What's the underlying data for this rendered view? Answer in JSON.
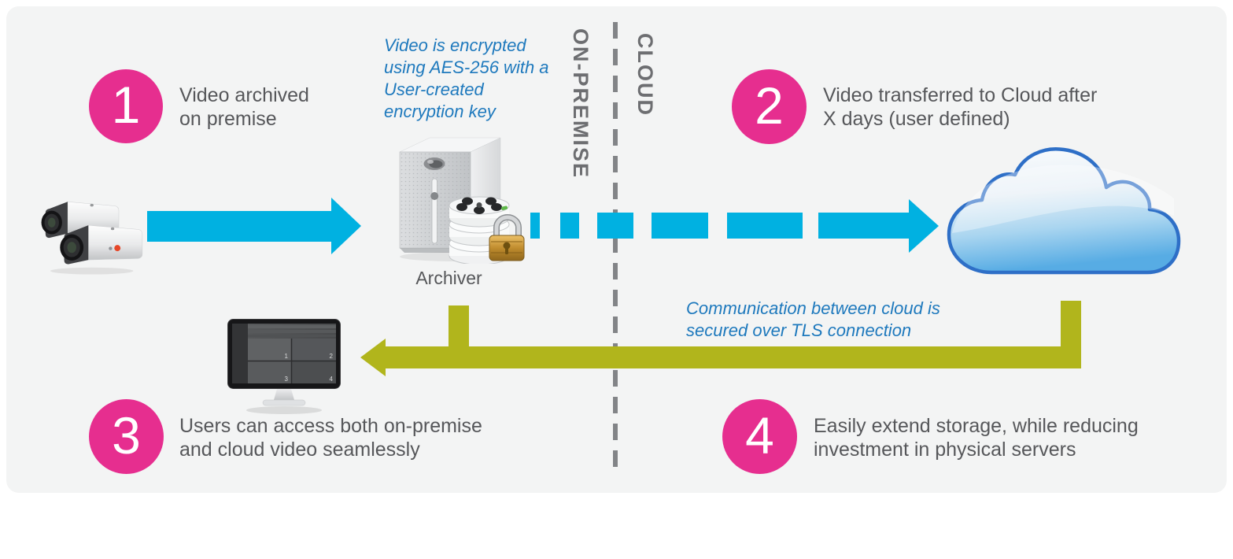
{
  "colors": {
    "page_bg": "#ffffff",
    "panel_bg": "#f3f4f4",
    "pink": "#e62e8f",
    "cyan": "#00b1e1",
    "olive": "#b1b51c",
    "annotation_blue": "#1e79bd",
    "text_gray": "#56575a",
    "zone_gray": "#6d6e71",
    "divider_gray": "#828487"
  },
  "zones": {
    "left": "ON-PREMISE",
    "right": "CLOUD"
  },
  "steps": [
    {
      "number": "1",
      "lines": [
        "Video archived",
        "on premise"
      ]
    },
    {
      "number": "2",
      "lines": [
        "Video transferred to Cloud after",
        "X days (user defined)"
      ]
    },
    {
      "number": "3",
      "lines": [
        "Users can access both on-premise",
        "and cloud video seamlessly"
      ]
    },
    {
      "number": "4",
      "lines": [
        "Easily extend storage, while reducing",
        "investment in physical servers"
      ]
    }
  ],
  "annotations": [
    {
      "lines": [
        "Video is encrypted",
        "using AES-256 with a",
        "User-created",
        "encryption key"
      ]
    },
    {
      "lines": [
        "Communication between cloud is",
        "secured over TLS connection"
      ]
    }
  ],
  "icons": {
    "archiver_label": "Archiver",
    "monitor_tiles": [
      "1",
      "2",
      "3",
      "4"
    ]
  }
}
